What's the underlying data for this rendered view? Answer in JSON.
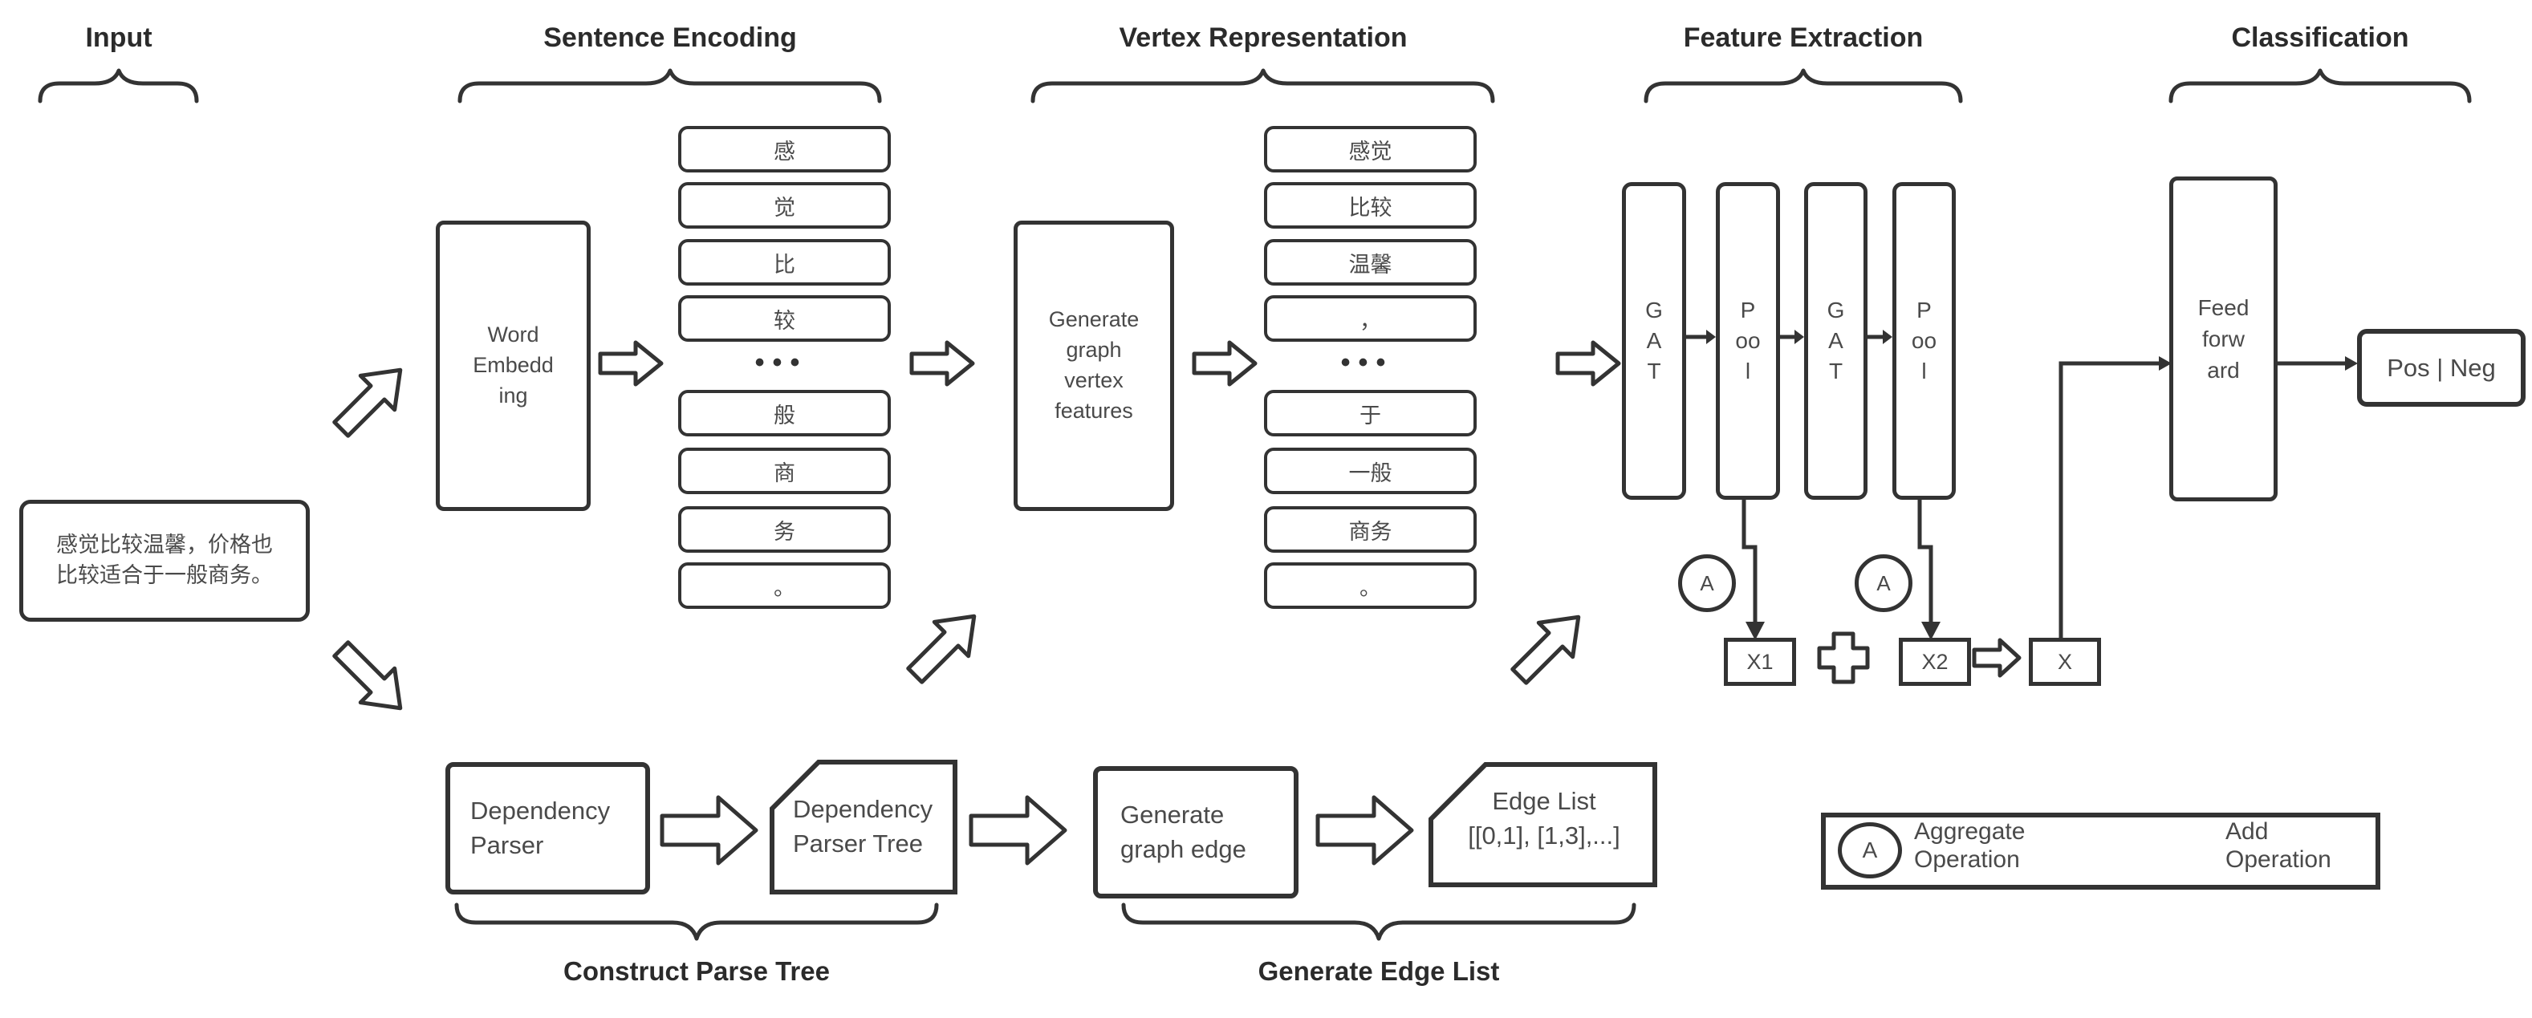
{
  "section_labels": {
    "input": "Input",
    "sentence_encoding": "Sentence Encoding",
    "vertex_representation": "Vertex Representation",
    "feature_extraction": "Feature Extraction",
    "classification": "Classification"
  },
  "input_box": {
    "line1": "感觉比较温馨，价格也",
    "line2": "比较适合于一般商务。"
  },
  "word_embedding": {
    "line1": "Word",
    "line2": "Embedd",
    "line3": "ing"
  },
  "char_tokens": [
    "感",
    "觉",
    "比",
    "较",
    "•••",
    "般",
    "商",
    "务",
    "。"
  ],
  "generate_vertex": {
    "line1": "Generate",
    "line2": "graph",
    "line3": "vertex",
    "line4": "features"
  },
  "word_tokens": [
    "感觉",
    "比较",
    "温馨",
    "，",
    "•••",
    "于",
    "一般",
    "商务",
    "。"
  ],
  "feature_extraction": {
    "gat1": "GAT",
    "pool1": "Pool",
    "gat2": "GAT",
    "pool2": "Pool",
    "agg1": "A",
    "agg2": "A",
    "x1": "X1",
    "x2": "X2",
    "x": "X"
  },
  "classification": {
    "feed_line1": "Feed",
    "feed_line2": "forw",
    "feed_line3": "ard",
    "output": "Pos | Neg"
  },
  "parse_tree_flow": {
    "dependency_parser_line1": "Dependency",
    "dependency_parser_line2": "Parser",
    "parser_tree_line1": "Dependency",
    "parser_tree_line2": "Parser Tree",
    "generate_edge_line1": "Generate",
    "generate_edge_line2": "graph edge",
    "edge_list_title": "Edge List",
    "edge_list_items": "[[0,1], [1,3],...]",
    "construct_label": "Construct Parse Tree",
    "generate_edge_list_label": "Generate Edge List"
  },
  "legend": {
    "aggregate_symbol": "A",
    "aggregate_line1": "Aggregate",
    "aggregate_line2": "Operation",
    "add_line1": "Add",
    "add_line2": "Operation"
  },
  "colors": {
    "stroke": "#333333",
    "text": "#4a4a4a",
    "background": "#ffffff"
  }
}
